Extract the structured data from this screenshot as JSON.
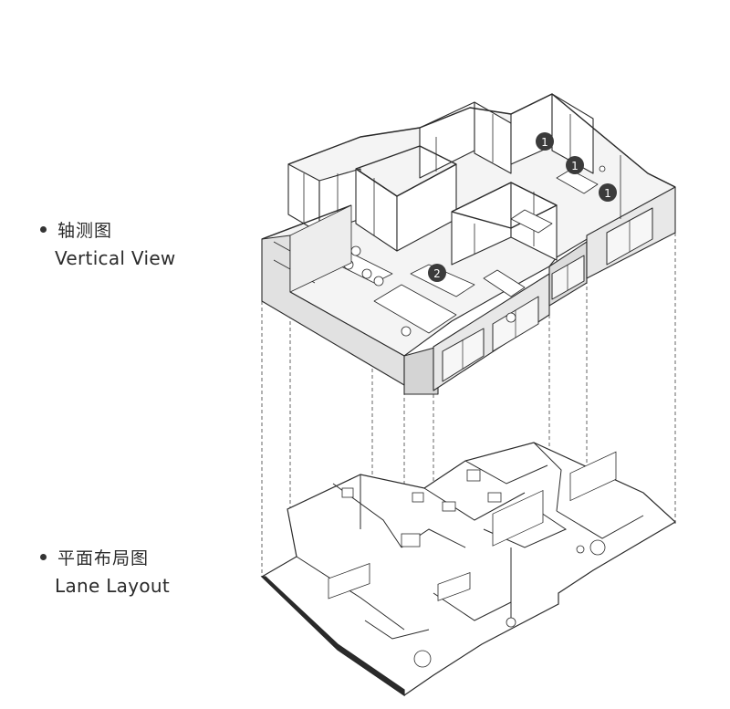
{
  "legend": {
    "axonometric": {
      "cn": "轴测图",
      "en": "Vertical View"
    },
    "plan": {
      "cn": "平面布局图",
      "en": "Lane Layout"
    }
  },
  "markers": [
    "1",
    "1",
    "1",
    "2"
  ],
  "colors": {
    "wall_top": "#f7f7f7",
    "wall_side": "#e4e4e4",
    "wall_dark": "#cfcfcf",
    "line": "#2a2a2a",
    "marker": "#3b3b3b"
  }
}
